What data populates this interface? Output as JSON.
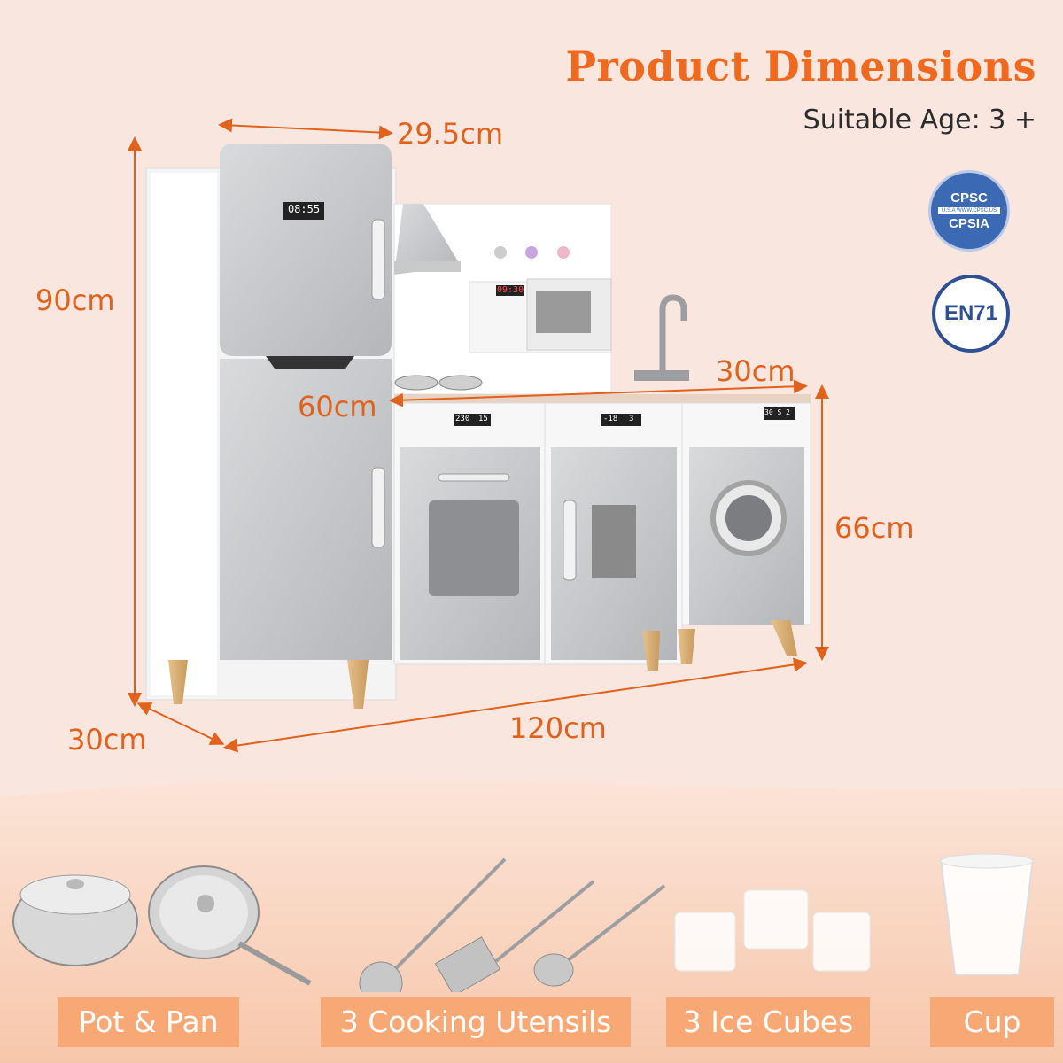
{
  "header": {
    "title": "Product Dimensions",
    "age": "Suitable Age: 3 +"
  },
  "badges": {
    "cpsc_top": "CPSC",
    "cpsc_mid": "U.S.A  WWW.CPSC.US",
    "cpsc_bottom": "CPSIA",
    "en71": "EN71"
  },
  "dimensions": {
    "fridge_width": "29.5cm",
    "total_height": "90cm",
    "counter_depth_left": "60cm",
    "counter_depth_right": "30cm",
    "counter_height": "66cm",
    "base_depth": "30cm",
    "total_width": "120cm"
  },
  "displays": {
    "fridge_clock": "08:55",
    "microwave_clock": "09:30",
    "oven_temp": "230",
    "oven_time": "15",
    "freezer_temp": "-18",
    "fridge_temp": "3",
    "washer_display": "30 S 2"
  },
  "accessories": [
    {
      "label": "Pot & Pan",
      "icon": "pot-and-pan-icon"
    },
    {
      "label": "3 Cooking Utensils",
      "icon": "utensils-icon"
    },
    {
      "label": "3 Ice Cubes",
      "icon": "ice-cubes-icon"
    },
    {
      "label": "Cup",
      "icon": "cup-icon"
    }
  ],
  "colors": {
    "accent": "#ef6a1f",
    "label_bg": "#f7a875",
    "background": "#f9e6de"
  }
}
